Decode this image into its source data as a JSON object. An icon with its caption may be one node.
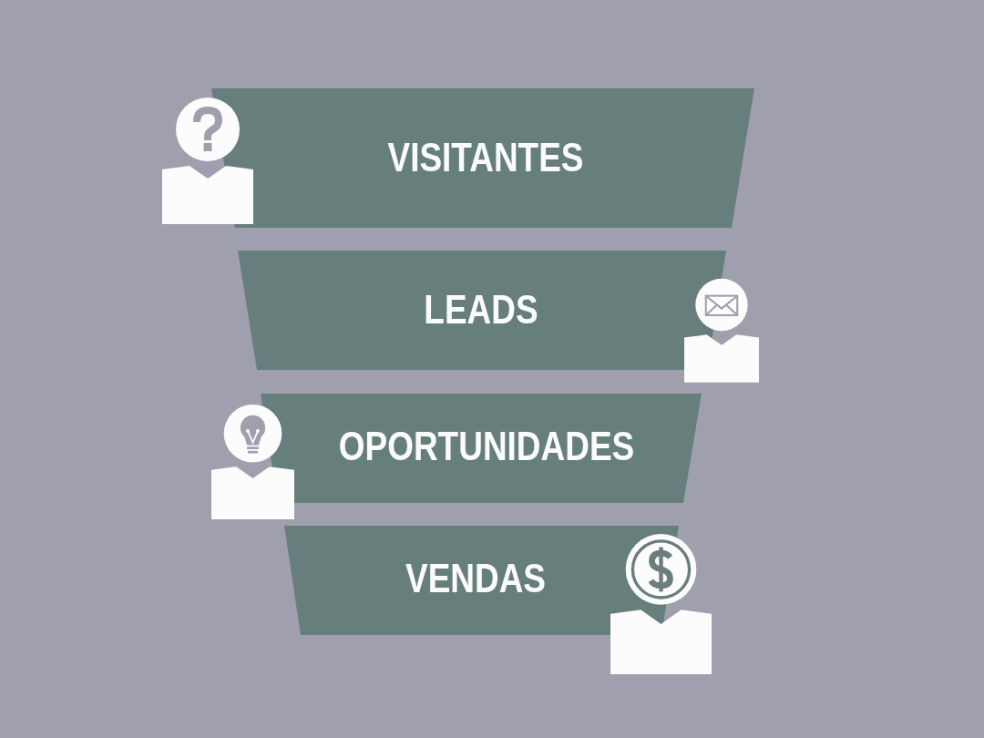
{
  "diagram": {
    "nodes": [
      {
        "text": [
          "VISITANTES"
        ]
      },
      {
        "text": [
          "LEADS"
        ]
      },
      {
        "text": [
          "OPORTUNIDADES"
        ]
      },
      {
        "text": [
          "VENDAS"
        ]
      }
    ]
  }
}
